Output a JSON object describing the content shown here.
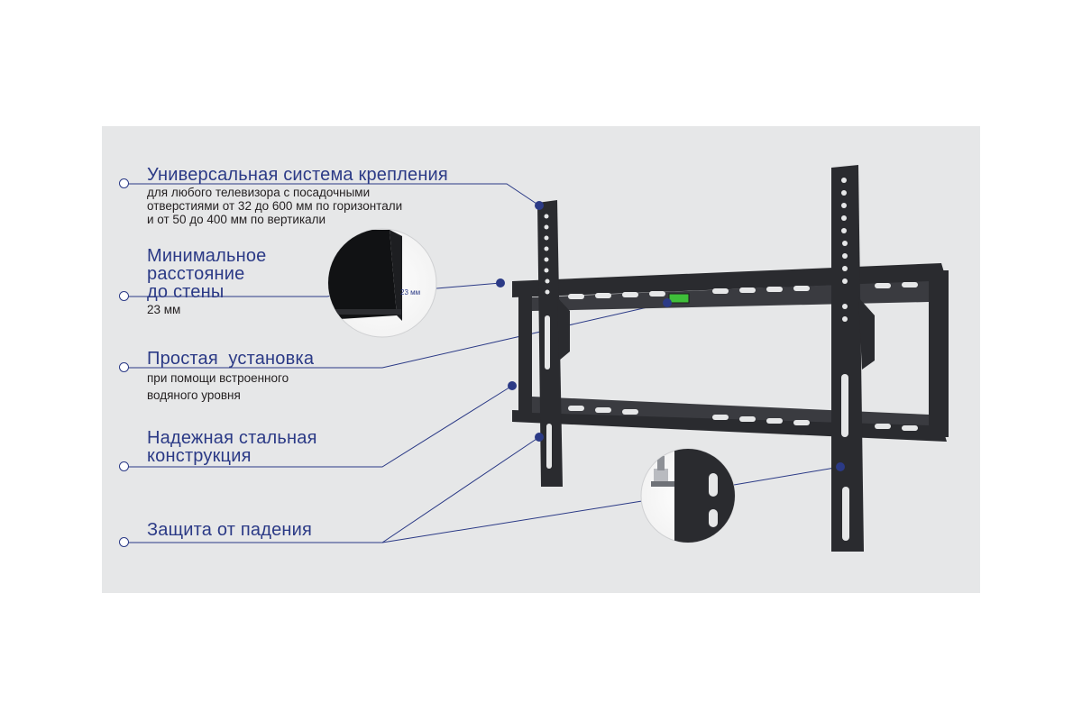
{
  "features": [
    {
      "title": "Универсальная система крепления",
      "desc": [
        "для любого телевизора с посадочными",
        "отверстиями от 32 до 600 мм по горизонтали",
        "и от 50 до 400 мм по вертикали"
      ]
    },
    {
      "title": [
        "Минимальное",
        "расстояние",
        "до стены"
      ],
      "desc": [
        "23 мм"
      ]
    },
    {
      "title": "Простая  установка",
      "desc": [
        "при помощи встроенного",
        "водяного уровня"
      ]
    },
    {
      "title": [
        "Надежная стальная",
        "конструкция"
      ],
      "desc": []
    },
    {
      "title": "Защита от падения",
      "desc": []
    }
  ],
  "inset": {
    "gap_label": "23 мм"
  },
  "colors": {
    "accent": "#2b3a86",
    "panel": "#e6e7e8",
    "steel": "#2a2b2f",
    "level": "#3fbf3a"
  }
}
